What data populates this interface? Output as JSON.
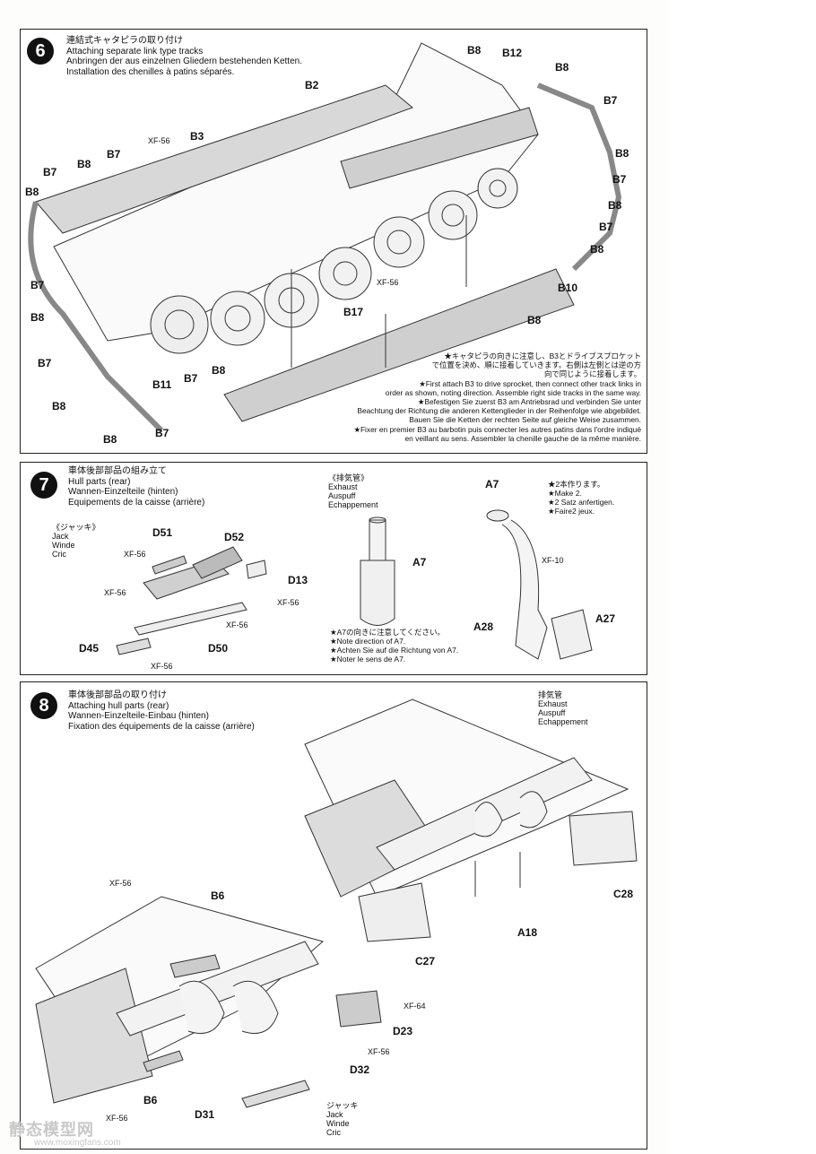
{
  "steps": [
    {
      "number": "6",
      "title_jp": "連結式キャタピラの取り付け",
      "title_en": "Attaching separate link type tracks",
      "title_de": "Anbringen der aus einzelnen Gliedern bestehenden Ketten.",
      "title_fr": "Installation des chenilles à patins séparés.",
      "labels": [
        "B8",
        "B12",
        "B8",
        "B2",
        "B7",
        "XF-56",
        "B3",
        "B8",
        "B7",
        "B8",
        "B7",
        "B8",
        "B7",
        "B8",
        "B7",
        "B8",
        "B7",
        "B8",
        "XF-56",
        "B10",
        "B17",
        "B8",
        "B7",
        "B8",
        "B8",
        "B11",
        "B7",
        "B8",
        "B7"
      ],
      "note_lines": [
        "★キャタピラの向きに注意し、B3とドライブスプロケット",
        "で位置を決め、順に接着していきます。右側は左側とは逆の方",
        "向で同じように接着します。",
        "★First attach B3 to drive sprocket, then connect other track links in",
        "order as shown, noting direction. Assemble right side tracks in the same way.",
        "★Befestigen Sie zuerst B3 am Antriebsrad und verbinden Sie unter",
        "Beachtung der Richtung die anderen Kettenglieder in der Reihenfolge wie abgebildet.",
        "Bauen Sie die Ketten der rechten Seite auf gleiche Weise zusammen.",
        "★Fixer en premier B3 au barbotin puis connecter les autres patins dans l'ordre indiqué",
        "en veillant au sens. Assembler la chenille gauche de la même manière."
      ]
    },
    {
      "number": "7",
      "title_jp": "車体後部部品の組み立て",
      "title_en": "Hull parts (rear)",
      "title_de": "Wannen-Einzelteile (hinten)",
      "title_fr": "Equipements de la caisse (arrière)",
      "jack": [
        "《ジャッキ》",
        "Jack",
        "Winde",
        "Cric"
      ],
      "exhaust": [
        "《排気管》",
        "Exhaust",
        "Auspuff",
        "Echappement"
      ],
      "labels": [
        "D51",
        "D52",
        "XF-56",
        "D13",
        "XF-56",
        "XF-56",
        "XF-56",
        "D45",
        "D50",
        "XF-56",
        "A7",
        "A7",
        "XF-10",
        "A28",
        "A27"
      ],
      "make2": [
        "★2本作ります。",
        "★Make 2.",
        "★2 Satz anfertigen.",
        "★Faire2 jeux."
      ],
      "a7_note": [
        "★A7の向きに注意してください。",
        "★Note direction of A7.",
        "★Achten Sie auf die Richtung von A7.",
        "★Noter le sens de A7."
      ]
    },
    {
      "number": "8",
      "title_jp": "車体後部部品の取り付け",
      "title_en": "Attaching hull parts (rear)",
      "title_de": "Wannen-Einzelteile-Einbau (hinten)",
      "title_fr": "Fixation des équipements de la caisse (arrière)",
      "exhaust": [
        "排気管",
        "Exhaust",
        "Auspuff",
        "Echappement"
      ],
      "jack": [
        "ジャッキ",
        "Jack",
        "Winde",
        "Cric"
      ],
      "labels": [
        "C28",
        "A18",
        "C27",
        "XF-56",
        "B6",
        "XF-64",
        "D23",
        "XF-56",
        "D32",
        "B6",
        "D31",
        "XF-56"
      ]
    }
  ],
  "watermark": "静态模型网",
  "watermark_url": "www.moxingfans.com"
}
